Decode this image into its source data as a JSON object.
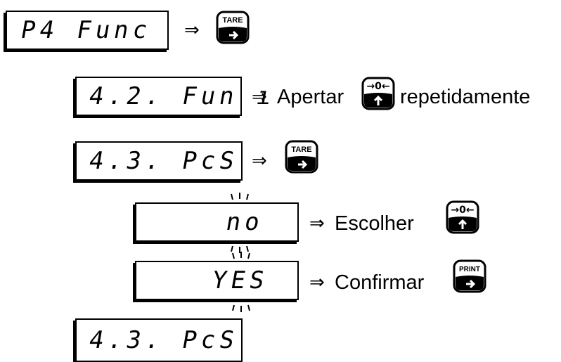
{
  "rows": [
    {
      "display": "P4 Func",
      "arrow": "⇒",
      "label": "",
      "key": "TARE",
      "key_icon": "tare-key-icon"
    },
    {
      "display": "4.2. Fun ı",
      "arrow": "⇒",
      "label": "Apertar",
      "label_after": "repetidamente",
      "key": "→0←",
      "key_icon": "zero-key-icon"
    },
    {
      "display": "4.3. PcS",
      "arrow": "⇒",
      "label": "",
      "key": "TARE",
      "key_icon": "tare-key-icon"
    },
    {
      "display": "no",
      "arrow": "⇒",
      "label": "Escolher",
      "key": "→0←",
      "key_icon": "zero-key-icon"
    },
    {
      "display": "YES",
      "arrow": "⇒",
      "label": "Confirmar",
      "key": "PRINT",
      "key_icon": "print-key-icon"
    },
    {
      "display": "4.3. PcS"
    }
  ],
  "colors": {
    "ink": "#000000",
    "background": "#ffffff"
  }
}
